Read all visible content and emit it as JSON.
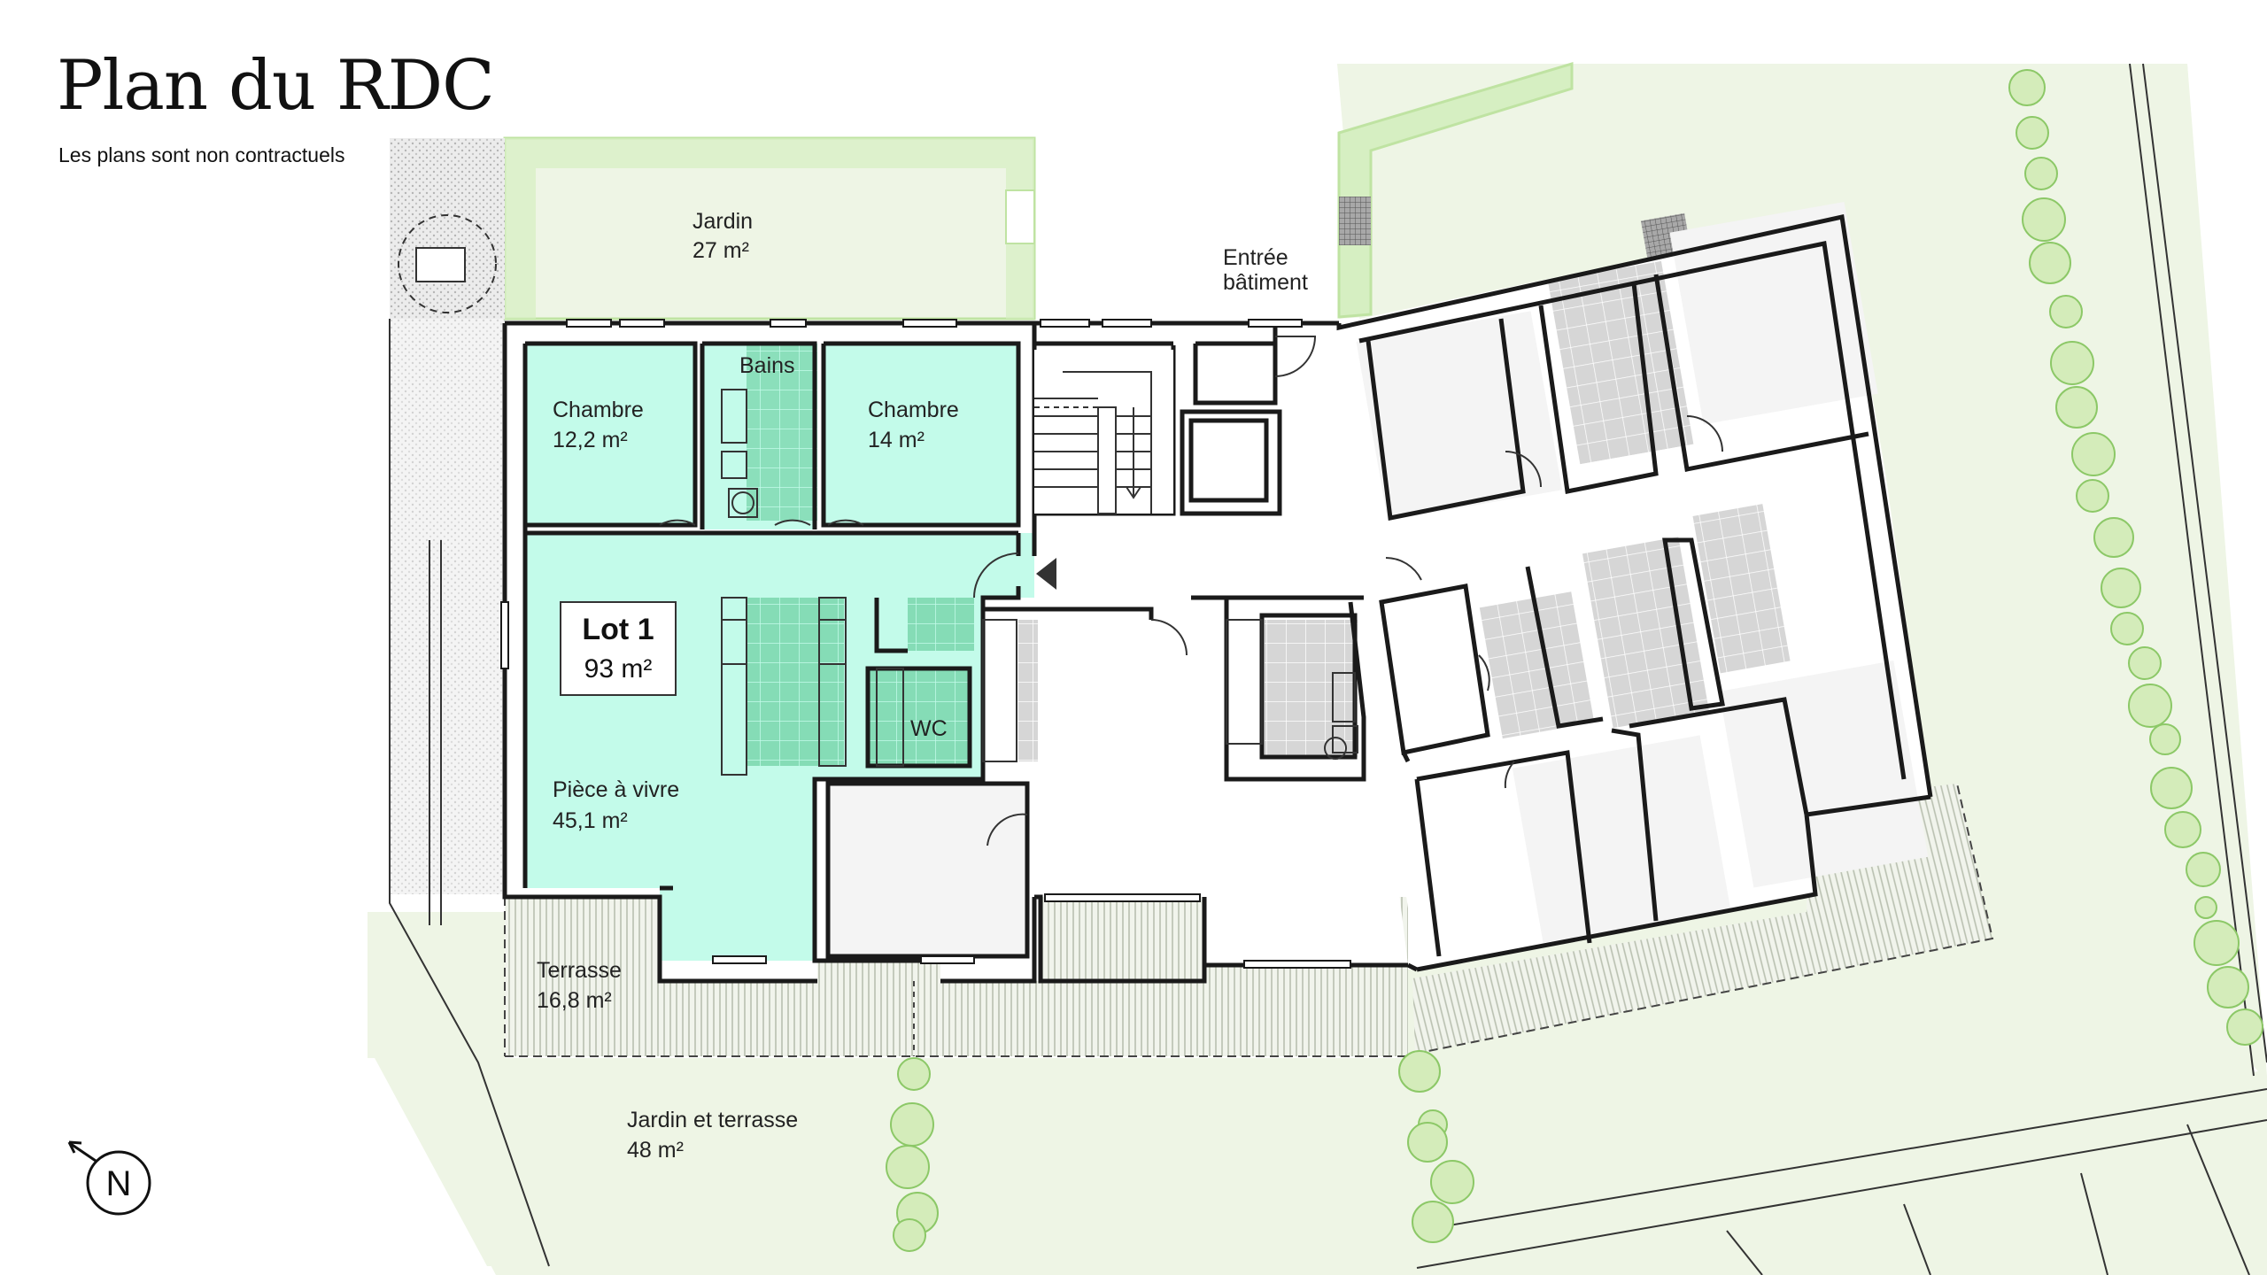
{
  "header": {
    "title": "Plan du RDC",
    "subtitle": "Les plans sont non contractuels"
  },
  "rooms": {
    "jardin_top": {
      "name": "Jardin",
      "area": "27 m²"
    },
    "entree": {
      "line1": "Entrée",
      "line2": "bâtiment"
    },
    "chambre1": {
      "name": "Chambre",
      "area": "12,2 m²"
    },
    "bains": {
      "name": "Bains"
    },
    "chambre2": {
      "name": "Chambre",
      "area": "14 m²"
    },
    "lot": {
      "name": "Lot 1",
      "area": "93 m²"
    },
    "wc": {
      "name": "WC"
    },
    "piece": {
      "name": "Pièce à vivre",
      "area": "45,1 m²"
    },
    "terrasse": {
      "name": "Terrasse",
      "area": "16,8 m²"
    },
    "jardin_terrasse": {
      "name": "Jardin et terrasse",
      "area": "48 m²"
    }
  },
  "compass": {
    "letter": "N"
  },
  "colors": {
    "lot_fill": "#c3fbea",
    "garden_fill": "#eef5e5",
    "garden_edge": "#bfe3a2",
    "tree_fill": "#d4ecba",
    "tree_stroke": "#8cc867",
    "wall": "#1a1a1a",
    "tile_grey": "#d9d9d9",
    "room_grey": "#f4f4f4",
    "tile_green": "#7fd8b2"
  }
}
